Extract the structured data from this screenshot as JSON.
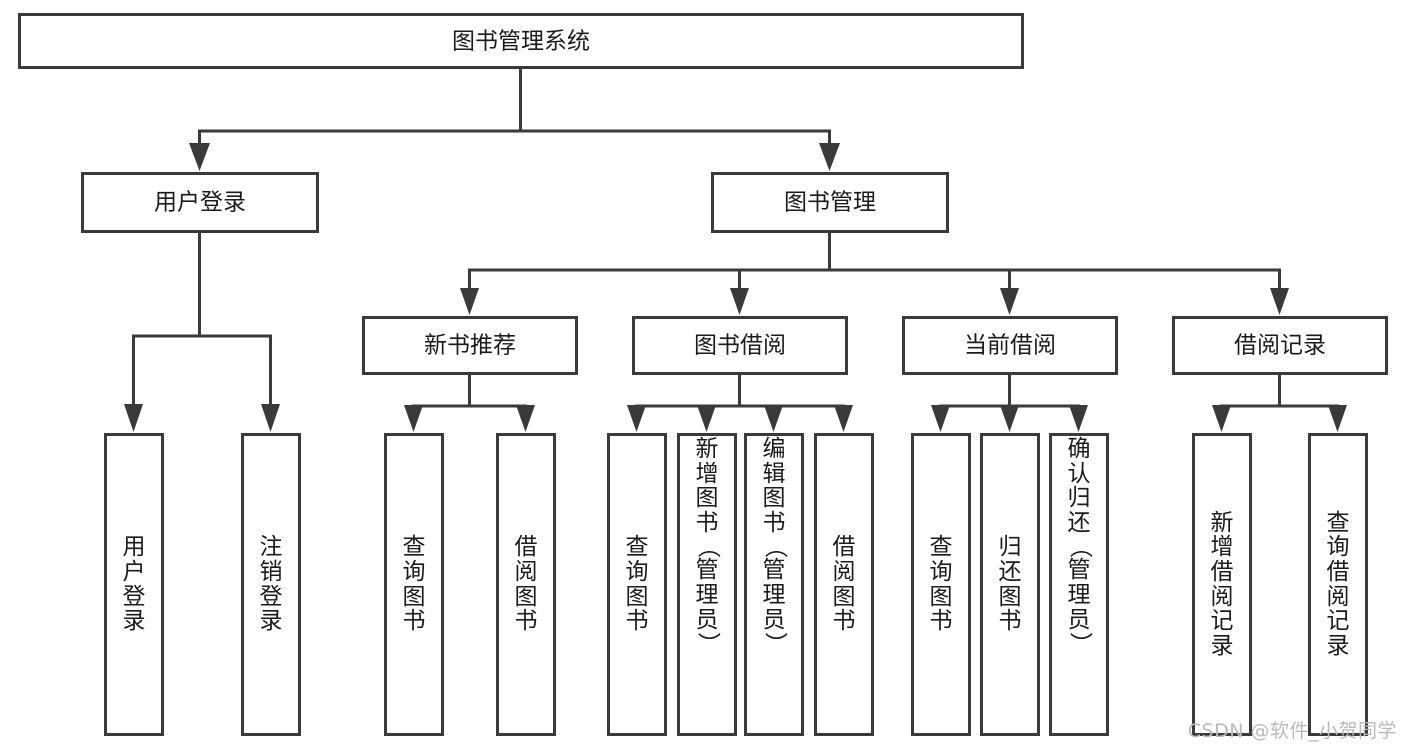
{
  "diagram": {
    "title": "图书管理系统",
    "watermark": "CSDN @软件_小贺同学",
    "colors": {
      "stroke": "#3a3a3a",
      "fill": "#ffffff",
      "text": "#1b1b1b",
      "watermark": "#b9b9b9"
    },
    "root": {
      "label": "图书管理系统"
    },
    "level2": [
      {
        "label": "用户登录"
      },
      {
        "label": "图书管理"
      }
    ],
    "level3": [
      {
        "label": "新书推荐"
      },
      {
        "label": "图书借阅"
      },
      {
        "label": "当前借阅"
      },
      {
        "label": "借阅记录"
      }
    ],
    "leaves": {
      "user_login": [
        {
          "label": "用户登录"
        },
        {
          "label": "注销登录"
        }
      ],
      "new_book": [
        {
          "label": "查询图书"
        },
        {
          "label": "借阅图书"
        }
      ],
      "book_borrow": [
        {
          "label": "查询图书"
        },
        {
          "label": "新增图书（管理员）"
        },
        {
          "label": "编辑图书（管理员）"
        },
        {
          "label": "借阅图书"
        }
      ],
      "current_borrow": [
        {
          "label": "查询图书"
        },
        {
          "label": "归还图书"
        },
        {
          "label": "确认归还（管理员）"
        }
      ],
      "borrow_record": [
        {
          "label": "新增借阅记录"
        },
        {
          "label": "查询借阅记录"
        }
      ]
    }
  },
  "chart_data": {
    "type": "table",
    "title": "图书管理系统",
    "structure": "tree",
    "nodes": [
      {
        "id": "root",
        "label": "图书管理系统",
        "level": 1,
        "parent": null
      },
      {
        "id": "n2a",
        "label": "用户登录",
        "level": 2,
        "parent": "root"
      },
      {
        "id": "n2b",
        "label": "图书管理",
        "level": 2,
        "parent": "root"
      },
      {
        "id": "n3a",
        "label": "用户登录",
        "level": 3,
        "parent": "n2a"
      },
      {
        "id": "n3b",
        "label": "注销登录",
        "level": 3,
        "parent": "n2a"
      },
      {
        "id": "n3c",
        "label": "新书推荐",
        "level": 3,
        "parent": "n2b"
      },
      {
        "id": "n3d",
        "label": "图书借阅",
        "level": 3,
        "parent": "n2b"
      },
      {
        "id": "n3e",
        "label": "当前借阅",
        "level": 3,
        "parent": "n2b"
      },
      {
        "id": "n3f",
        "label": "借阅记录",
        "level": 3,
        "parent": "n2b"
      },
      {
        "id": "n4a",
        "label": "查询图书",
        "level": 4,
        "parent": "n3c"
      },
      {
        "id": "n4b",
        "label": "借阅图书",
        "level": 4,
        "parent": "n3c"
      },
      {
        "id": "n4c",
        "label": "查询图书",
        "level": 4,
        "parent": "n3d"
      },
      {
        "id": "n4d",
        "label": "新增图书（管理员）",
        "level": 4,
        "parent": "n3d"
      },
      {
        "id": "n4e",
        "label": "编辑图书（管理员）",
        "level": 4,
        "parent": "n3d"
      },
      {
        "id": "n4f",
        "label": "借阅图书",
        "level": 4,
        "parent": "n3d"
      },
      {
        "id": "n4g",
        "label": "查询图书",
        "level": 4,
        "parent": "n3e"
      },
      {
        "id": "n4h",
        "label": "归还图书",
        "level": 4,
        "parent": "n3e"
      },
      {
        "id": "n4i",
        "label": "确认归还（管理员）",
        "level": 4,
        "parent": "n3e"
      },
      {
        "id": "n4j",
        "label": "新增借阅记录",
        "level": 4,
        "parent": "n3f"
      },
      {
        "id": "n4k",
        "label": "查询借阅记录",
        "level": 4,
        "parent": "n3f"
      }
    ]
  }
}
